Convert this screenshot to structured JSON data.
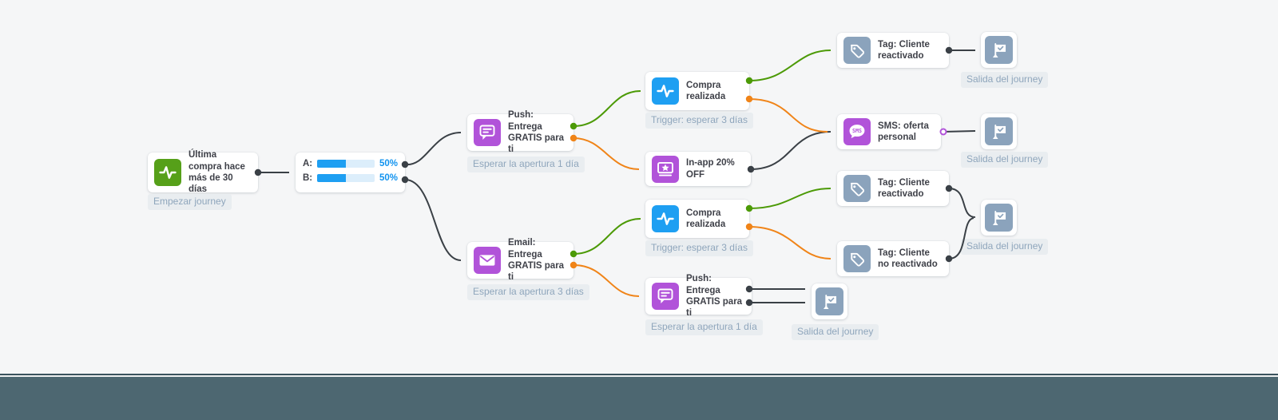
{
  "canvas": {
    "background": "#F5F6F7",
    "footer_bar_color": "#4D6771",
    "footer_line_color": "#3A535D"
  },
  "colors": {
    "start_icon_green": "#56A019",
    "trigger_icon_blue": "#1E9FF2",
    "channel_icon_purple": "#B153D9",
    "tag_flag_icon_slate": "#8BA3BC",
    "edge_dark": "#3A4046",
    "edge_green": "#4C9A06",
    "edge_orange": "#F08418",
    "split_bar_fill": "#1E9FF2",
    "split_bar_track": "#DCEEFB",
    "pill_text": "#8FA6BC",
    "pill_background": "#E9EDF0"
  },
  "nodes": {
    "start": {
      "title": "Última compra hace más de 30 días",
      "tag": "Empezar journey",
      "icon": "activity-icon"
    },
    "ab_split": {
      "rows": [
        {
          "label": "A:",
          "percent": "50%"
        },
        {
          "label": "B:",
          "percent": "50%"
        }
      ]
    },
    "push_top": {
      "title": "Push: Entrega GRATIS para ti",
      "tag": "Esperar la apertura 1 día",
      "icon": "push-message-icon"
    },
    "email": {
      "title": "Email: Entrega GRATIS para ti",
      "tag": "Esperar la apertura 3 días",
      "icon": "email-icon"
    },
    "compra_top": {
      "title": "Compra realizada",
      "tag": "Trigger: esperar 3 días",
      "icon": "activity-icon"
    },
    "inapp": {
      "title": "In-app 20% OFF",
      "icon": "ticket-icon"
    },
    "compra_bottom": {
      "title": "Compra realizada",
      "tag": "Trigger: esperar 3 días",
      "icon": "activity-icon"
    },
    "push_bottom": {
      "title": "Push: Entrega GRATIS para ti",
      "tag": "Esperar la apertura 1 día",
      "icon": "push-message-icon"
    },
    "tag_reactivated_top": {
      "title": "Tag: Cliente reactivado",
      "icon": "tag-icon"
    },
    "sms": {
      "title": "SMS: oferta personal",
      "icon": "sms-icon"
    },
    "tag_reactivated_mid": {
      "title": "Tag: Cliente reactivado",
      "icon": "tag-icon"
    },
    "tag_not_reactivated": {
      "title": "Tag: Cliente no reactivado",
      "icon": "tag-icon"
    },
    "exit_top": {
      "tag": "Salida del journey",
      "icon": "flag-icon"
    },
    "exit_sms": {
      "tag": "Salida del journey",
      "icon": "flag-icon"
    },
    "exit_mid": {
      "tag": "Salida del journey",
      "icon": "flag-icon"
    },
    "exit_bottom": {
      "tag": "Salida del journey",
      "icon": "flag-icon"
    }
  }
}
